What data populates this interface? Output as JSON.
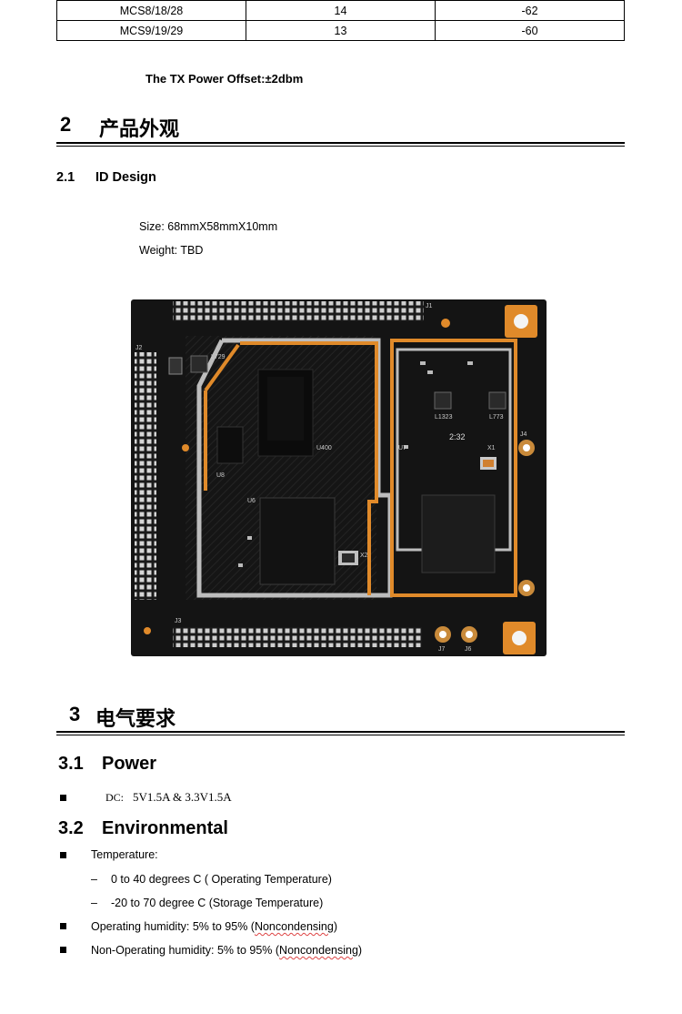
{
  "table": {
    "rows": [
      {
        "mcs": "MCS8/18/28",
        "power": "14",
        "sensitivity": "-62"
      },
      {
        "mcs": "MCS9/19/29",
        "power": "13",
        "sensitivity": "-60"
      }
    ]
  },
  "tx_note": "The TX Power Offset:±2dbm",
  "section2": {
    "number": "2",
    "title": "产品外观",
    "sub": {
      "number": "2.1",
      "title": "ID Design"
    },
    "size": "Size: 68mmX58mmX10mm",
    "weight": "Weight: TBD"
  },
  "board": {
    "labels": {
      "j1": "J1",
      "j2": "J2",
      "j3": "J3",
      "j4": "J4",
      "j6": "J6",
      "j7": "J7",
      "u8": "U8",
      "u6": "U6",
      "u400": "U400",
      "u7": "U7",
      "x1": "X1",
      "x2": "X2",
      "l729": "L729",
      "l1323": "L1323",
      "l773": "L773",
      "chip_mark": "2:32"
    }
  },
  "section3": {
    "number": "3",
    "title": "电气要求",
    "power": {
      "number": "3.1",
      "title": "Power",
      "dc_label": "DC:",
      "dc_value": "5V1.5A & 3.3V1.5A"
    },
    "environmental": {
      "number": "3.2",
      "title": "Environmental",
      "temperature_label": "Temperature:",
      "temp_operating": "0 to 40 degrees C ( Operating Temperature)",
      "temp_storage": "-20 to 70 degree C (Storage Temperature)",
      "operating_humidity_prefix": "Operating humidity: 5% to 95% (",
      "operating_humidity_word": "Noncondensing",
      "non_operating_humidity_prefix": "Non-Operating humidity: 5% to 95% (",
      "non_operating_humidity_word": "Noncondensing",
      "closing_paren": ")"
    }
  }
}
